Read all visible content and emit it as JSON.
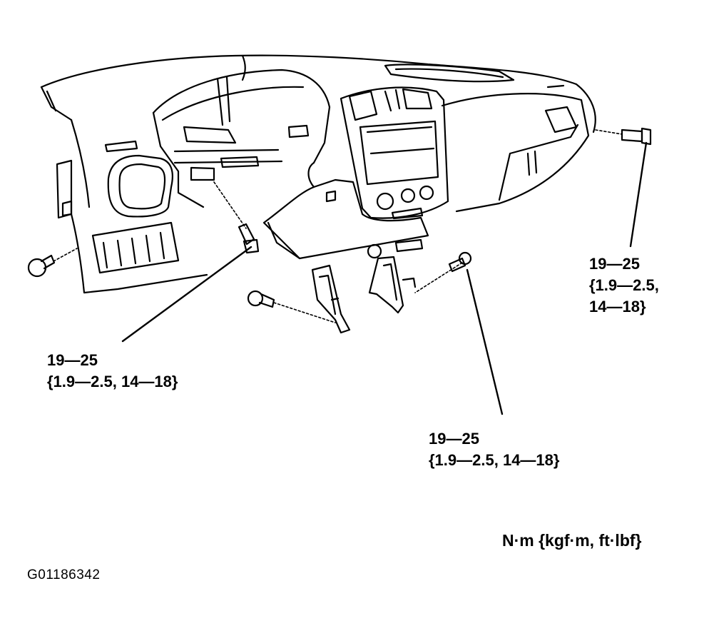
{
  "diagram": {
    "subject": "instrument-panel",
    "callouts": {
      "left": {
        "torque_nm": "19—25",
        "torque_alt": "{1.9—2.5, 14—18}"
      },
      "center": {
        "torque_nm": "19—25",
        "torque_alt": "{1.9—2.5, 14—18}"
      },
      "right": {
        "torque_nm": "19—25",
        "torque_alt_line1": "{1.9—2.5,",
        "torque_alt_line2": "14—18}"
      }
    },
    "units_legend": "N·m {kgf·m, ft·lbf}",
    "figure_id": "G01186342",
    "colors": {
      "ink": "#000000",
      "background": "#ffffff"
    }
  }
}
